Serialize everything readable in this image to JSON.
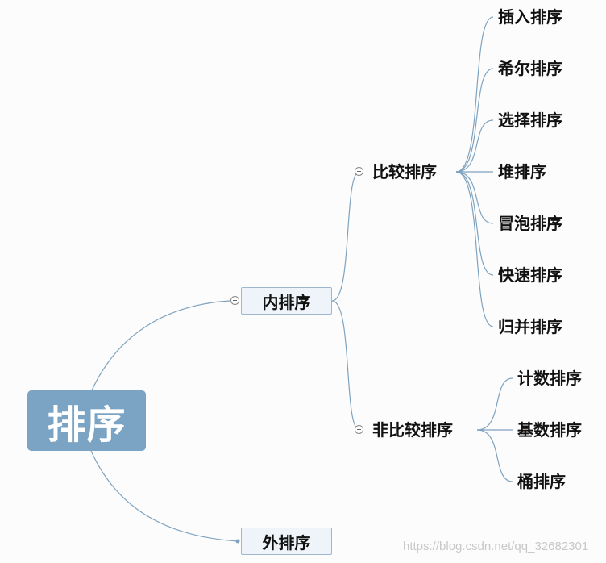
{
  "root": {
    "label": "排序"
  },
  "branches": {
    "internal": {
      "label": "内排序",
      "groups": {
        "comparison": {
          "label": "比较排序",
          "items": [
            "插入排序",
            "希尔排序",
            "选择排序",
            "堆排序",
            "冒泡排序",
            "快速排序",
            "归并排序"
          ]
        },
        "non_comparison": {
          "label": "非比较排序",
          "items": [
            "计数排序",
            "基数排序",
            "桶排序"
          ]
        }
      }
    },
    "external": {
      "label": "外排序"
    }
  },
  "watermark": "https://blog.csdn.net/qq_32682301",
  "colors": {
    "root_fill": "#7aa3c4",
    "line": "#7fa3bf",
    "box_fill": "#eef4f9",
    "box_border": "#9db7cf"
  }
}
